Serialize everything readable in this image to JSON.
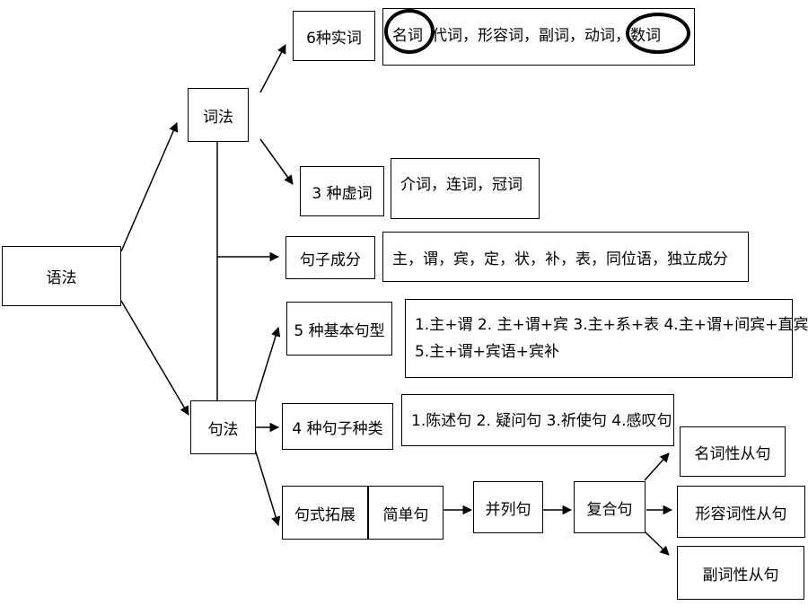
{
  "root": {
    "label": "语法"
  },
  "lexis": {
    "label": "词法",
    "content_words": {
      "label": "6种实词",
      "items": [
        "名词",
        "代词，形容词，副词，动词，",
        "数词"
      ]
    },
    "function_words": {
      "label": "3 种虚词",
      "items": "介词，连词，冠词"
    }
  },
  "sentence_parts": {
    "label": "句子成分",
    "items": "主，谓，宾，定，状，补，表，同位语，独立成分"
  },
  "syntax": {
    "label": "句法",
    "basic_patterns": {
      "label": "5 种基本句型",
      "line1": "1.主+谓  2. 主+谓+宾 3.主+系+表 4.主+谓+间宾+直宾",
      "line2": "5.主+谓+宾语+宾补"
    },
    "sentence_types": {
      "label": "4 种句子种类",
      "items": "1.陈述句 2. 疑问句 3.祈使句 4.感叹句"
    },
    "extension": {
      "label": "句式拓展",
      "simple": "简单句",
      "compound": "并列句",
      "complex": "复合句",
      "clauses": [
        "名词性从句",
        "形容词性从句",
        "副词性从句"
      ]
    }
  }
}
